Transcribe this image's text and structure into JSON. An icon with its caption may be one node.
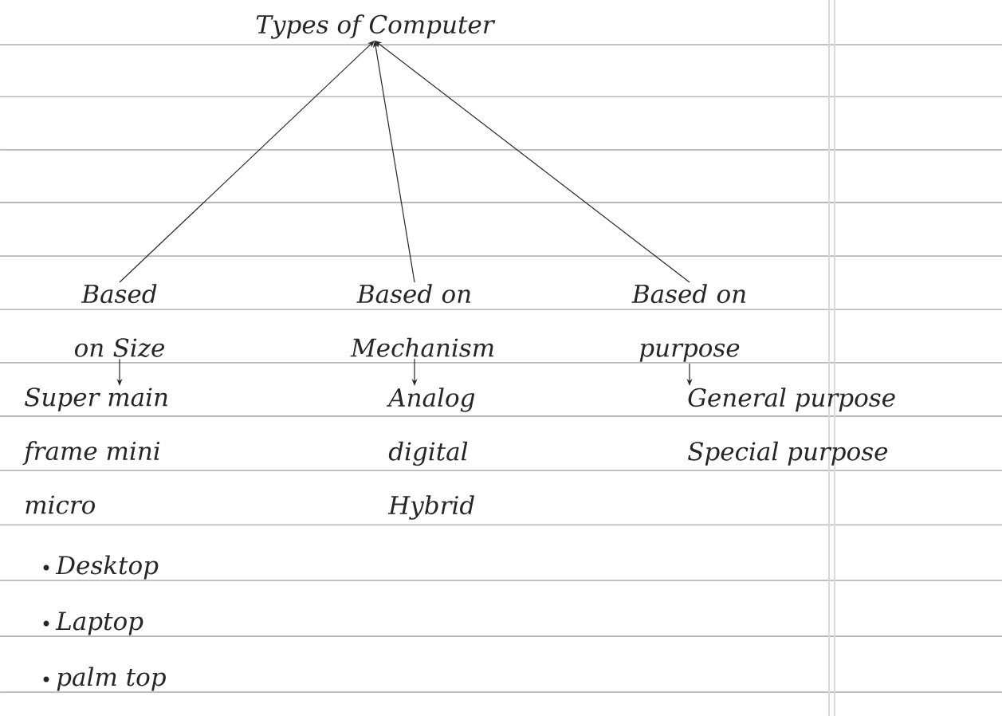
{
  "diagram": {
    "nodes": [
      {
        "text": [
          "Types of Computer"
        ]
      },
      {
        "text": [
          "Based on Size"
        ]
      },
      {
        "text": [
          "Based on Mechanism"
        ]
      },
      {
        "text": [
          "Based on purpose"
        ]
      },
      {
        "text": [
          "Super main",
          "frame mini",
          "micro"
        ],
        "beside": [
          "Desktop",
          "Laptop",
          "palm top"
        ]
      },
      {
        "text": [
          "Analog",
          "digital",
          "Hybrid"
        ]
      },
      {
        "text": [
          "General purpose",
          "Special purpose"
        ]
      }
    ],
    "edges": [
      {
        "from": 1,
        "to": 0,
        "arrow": "to"
      },
      {
        "from": 2,
        "to": 0,
        "arrow": "to"
      },
      {
        "from": 3,
        "to": 0,
        "arrow": "to"
      },
      {
        "from": 1,
        "to": 4,
        "arrow": "to"
      },
      {
        "from": 2,
        "to": 5,
        "arrow": "to"
      },
      {
        "from": 3,
        "to": 6,
        "arrow": "to"
      }
    ]
  }
}
